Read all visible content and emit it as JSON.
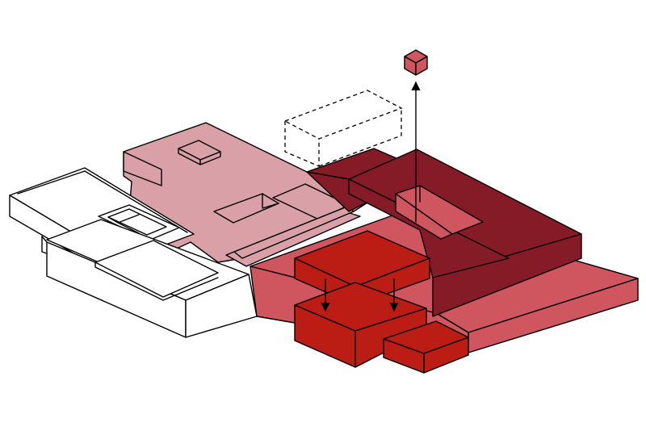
{
  "diagram": {
    "kind": "isometric-massing",
    "annotations": [],
    "palette": {
      "existing": "#ffffff",
      "pink": "#d9a1a7",
      "coral": "#cf555f",
      "maroon": "#861b28",
      "red": "#bb1d14",
      "outline": "#000000"
    },
    "arrows": [
      {
        "name": "extraction-arrow",
        "direction": "up"
      },
      {
        "name": "insertion-arrow-left",
        "direction": "down"
      },
      {
        "name": "insertion-arrow-right",
        "direction": "down"
      }
    ]
  }
}
